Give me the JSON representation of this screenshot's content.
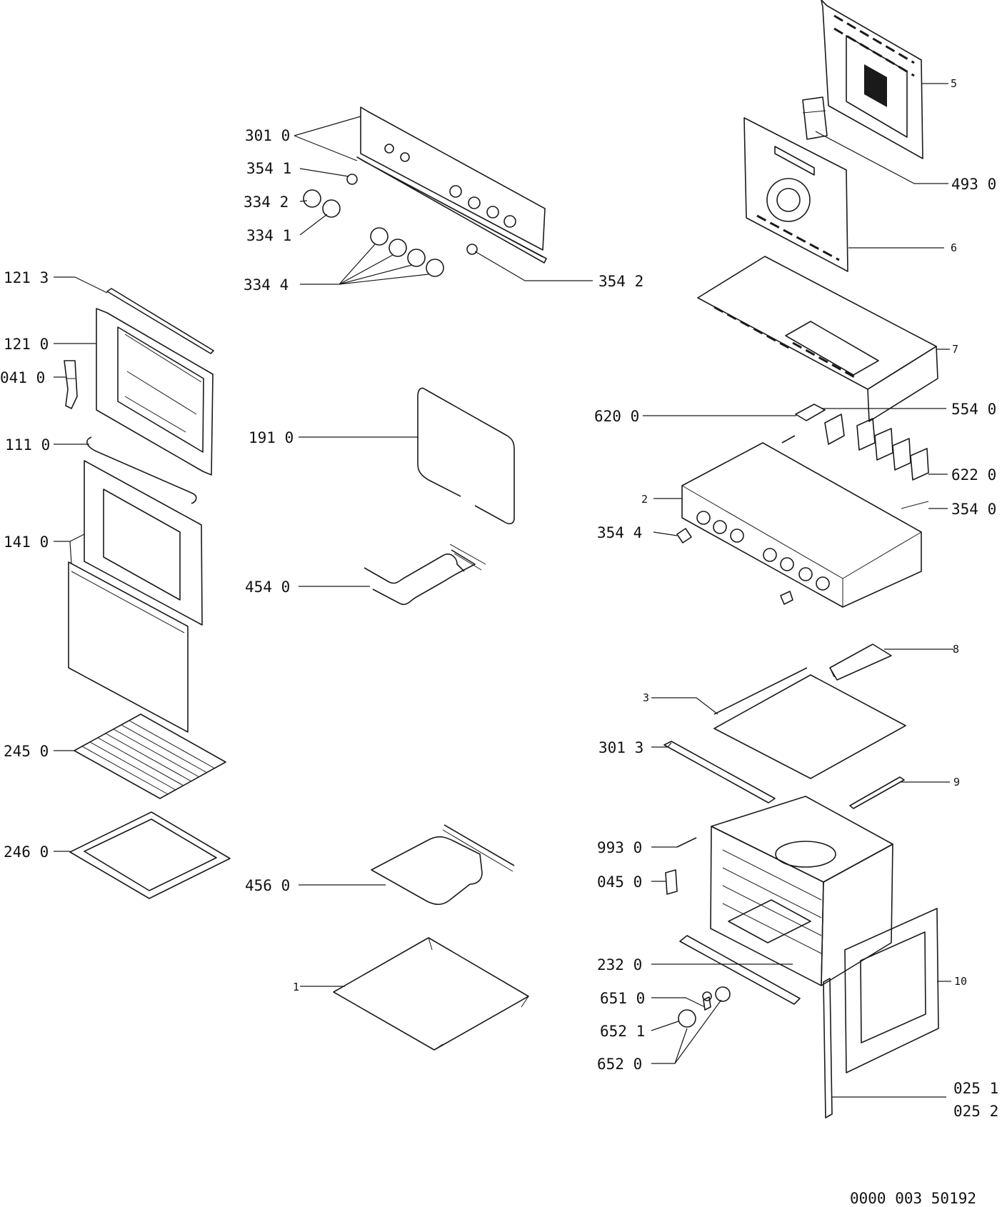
{
  "labels": {
    "l_301_0": "301 0",
    "l_354_1": "354 1",
    "l_334_2": "334 2",
    "l_334_1": "334 1",
    "l_334_4": "334 4",
    "l_354_2": "354 2",
    "l_121_3": "121 3",
    "l_121_0": "121 0",
    "l_041_0": "041 0",
    "l_111_0": "111 0",
    "l_141_0": "141 0",
    "l_245_0": "245 0",
    "l_246_0": "246 0",
    "l_191_0": "191 0",
    "l_454_0": "454 0",
    "l_456_0": "456 0",
    "l_1": "1",
    "l_5": "5",
    "l_493_0": "493 0",
    "l_6": "6",
    "l_7": "7",
    "l_620_0": "620 0",
    "l_554_0": "554 0",
    "l_622_0": "622 0",
    "l_2": "2",
    "l_354_0": "354 0",
    "l_354_4": "354 4",
    "l_8": "8",
    "l_3": "3",
    "l_301_3": "301 3",
    "l_9": "9",
    "l_993_0": "993 0",
    "l_045_0": "045 0",
    "l_232_0": "232 0",
    "l_651_0": "651 0",
    "l_652_1": "652 1",
    "l_652_0": "652 0",
    "l_10": "10",
    "l_025_1": "025 1",
    "l_025_2": "025 2"
  },
  "drawing_number": "0000 003 50192"
}
